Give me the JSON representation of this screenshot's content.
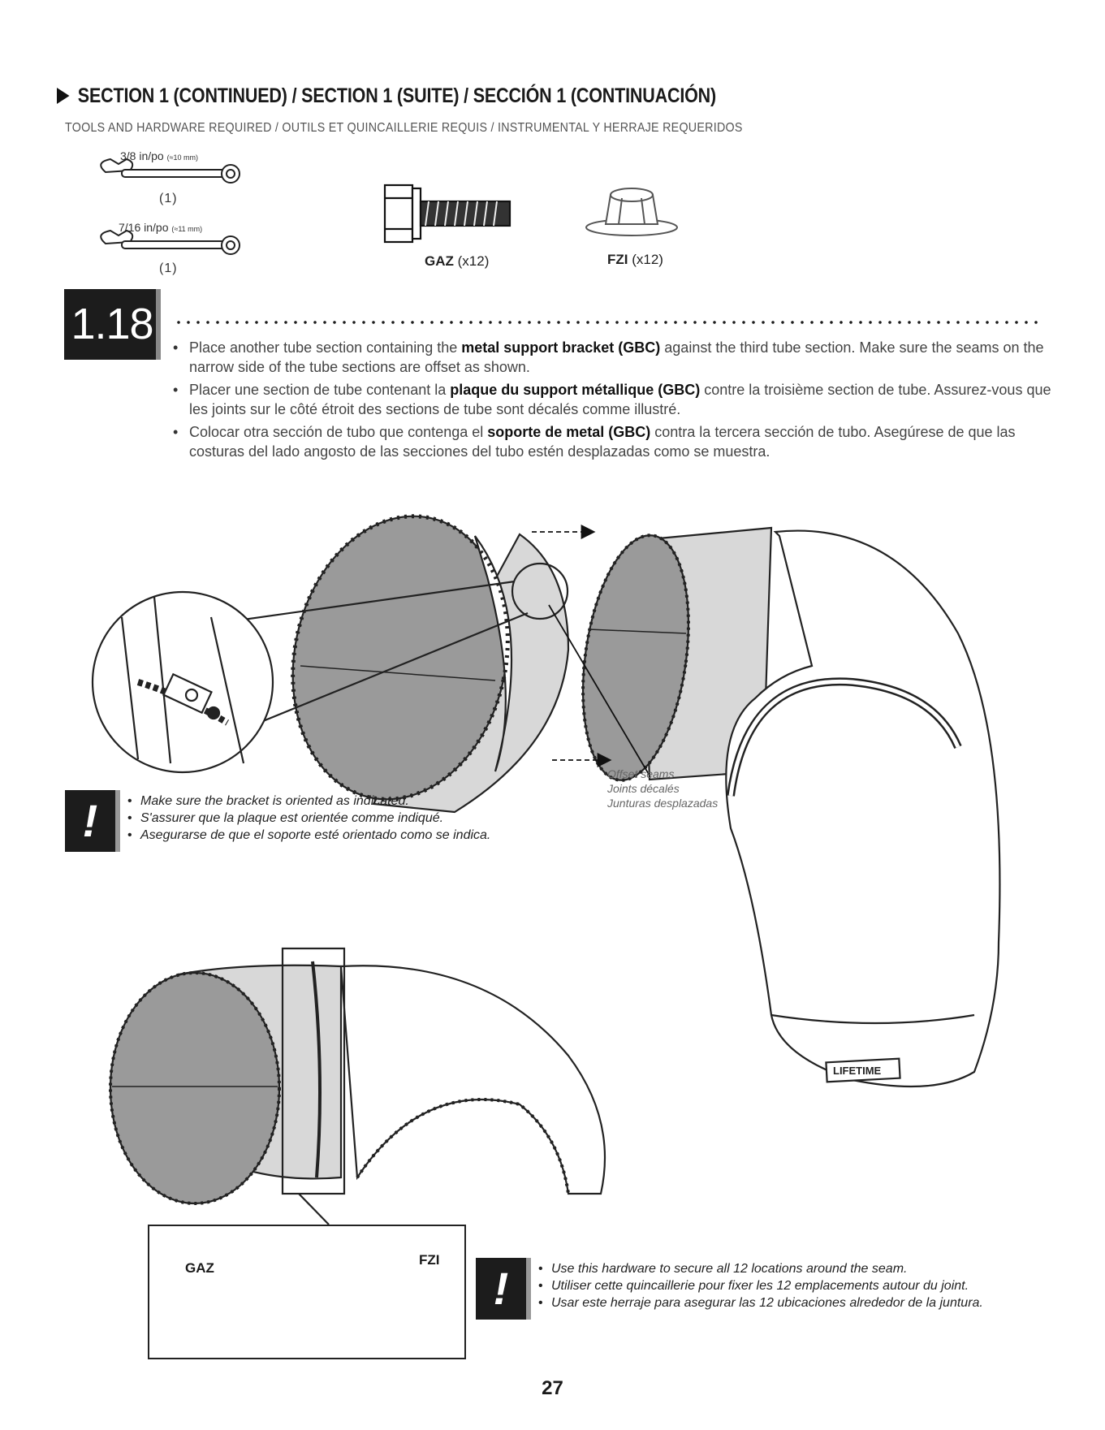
{
  "header": {
    "section_title": "SECTION 1 (CONTINUED) / SECTION 1 (SUITE) / SECCIÓN 1 (CONTINUACIÓN)",
    "tools_line": "TOOLS AND HARDWARE REQUIRED / OUTILS ET QUINCAILLERIE REQUIS / INSTRUMENTAL Y HERRAJE REQUERIDOS"
  },
  "tools": [
    {
      "size": "3/8 in/po",
      "metric": "(≈10 mm)",
      "qty": "(1)",
      "icon": "wrench-icon"
    },
    {
      "size": "7/16 in/po",
      "metric": "(≈11 mm)",
      "qty": "(1)",
      "icon": "wrench-icon"
    }
  ],
  "hardware": [
    {
      "code": "GAZ",
      "qty": "(x12)",
      "icon": "bolt-icon"
    },
    {
      "code": "FZI",
      "qty": "(x12)",
      "icon": "flange-nut-icon"
    }
  ],
  "step": {
    "number": "1.18",
    "instructions": [
      {
        "pre": "Place another tube section containing the ",
        "bold": "metal support bracket (GBC)",
        "post": " against the third tube section. Make sure the seams on the narrow side of the tube sections are offset as shown."
      },
      {
        "pre": "Placer une section de tube contenant la ",
        "bold": "plaque du support métallique (GBC)",
        "post": " contre la troisième section de tube. Assurez-vous que les joints sur le côté étroit des sections de tube sont décalés comme illustré."
      },
      {
        "pre": "Colocar otra sección de tubo que contenga el ",
        "bold": "soporte de metal (GBC)",
        "post": " contra la tercera sección de tubo. Asegúrese de que las costuras del lado angosto de las secciones del tubo estén desplazadas como se muestra."
      }
    ]
  },
  "warning_1": {
    "symbol": "!",
    "lines": [
      "Make sure the bracket is oriented as indicated.",
      "S'assurer que la plaque est orientée comme indiqué.",
      "Asegurarse de que el soporte esté orientado como se indica."
    ]
  },
  "offset_seams": [
    "Offset seams",
    "Joints décalés",
    "Junturas desplazadas"
  ],
  "detail": {
    "left_label": "GAZ",
    "right_label": "FZI"
  },
  "brand_mark": "LIFETIME",
  "warning_2": {
    "symbol": "!",
    "lines": [
      "Use this hardware to secure all 12 locations around the seam.",
      "Utiliser cette quincaillerie pour fixer les 12 emplacements autour du joint.",
      "Usar este herraje para asegurar las 12 ubicaciones alrededor de la juntura."
    ]
  },
  "page_number": "27"
}
